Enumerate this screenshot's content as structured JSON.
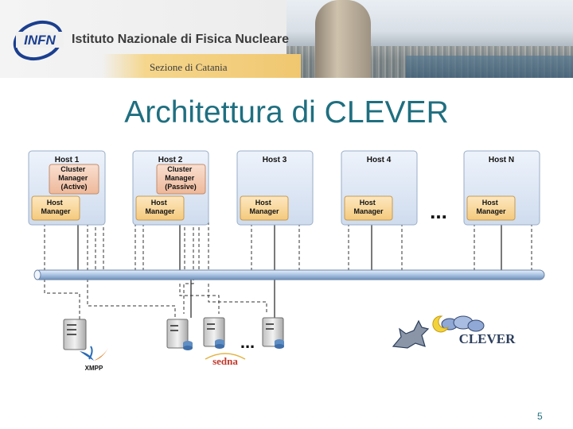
{
  "header": {
    "institute": "Istituto Nazionale di Fisica Nucleare",
    "section": "Sezione di Catania",
    "logo_text": "INFN"
  },
  "slide": {
    "title": "Architettura di CLEVER",
    "number": "5"
  },
  "diagram": {
    "hosts": [
      {
        "label": "Host 1",
        "cluster_manager": "Cluster\nManager\n(Active)",
        "host_manager": "Host\nManager"
      },
      {
        "label": "Host 2",
        "cluster_manager": "Cluster\nManager\n(Passive)",
        "host_manager": "Host\nManager"
      },
      {
        "label": "Host 3",
        "host_manager": "Host\nManager"
      },
      {
        "label": "Host 4",
        "host_manager": "Host\nManager"
      },
      {
        "label": "Host N",
        "host_manager": "Host\nManager"
      }
    ],
    "host_ellipsis": "...",
    "server_ellipsis": "...",
    "logos": {
      "xmpp": "XMPP",
      "sedna": "sedna",
      "clever": "CLEVER"
    },
    "colors": {
      "host_box": "#dbe7f5",
      "host_border": "#9aaec8",
      "manager_box": "#f9d79b",
      "cluster_box": "#f3c8b2",
      "bus": "#b9cfe8",
      "title": "#1f6f80"
    }
  }
}
